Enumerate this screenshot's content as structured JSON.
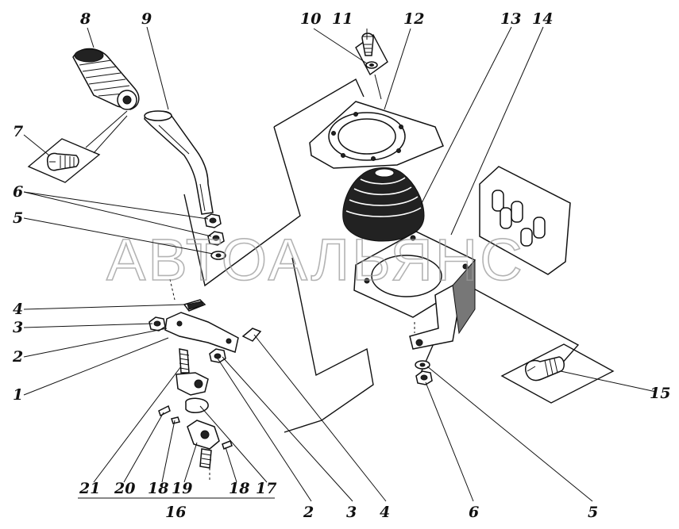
{
  "watermark": "АВТОАЛЬЯНС",
  "callouts": {
    "c1": "1",
    "c2_left": "2",
    "c2_bottom": "2",
    "c3_left": "3",
    "c3_bottom": "3",
    "c4_left": "4",
    "c4_bottom": "4",
    "c5_left": "5",
    "c5_bottom": "5",
    "c6_left": "6",
    "c6_bottom": "6",
    "c7": "7",
    "c8": "8",
    "c9": "9",
    "c10": "10",
    "c11": "11",
    "c12": "12",
    "c13": "13",
    "c14": "14",
    "c15": "15",
    "c16": "16",
    "c17": "17",
    "c18_a": "18",
    "c18_b": "18",
    "c19": "19",
    "c20": "20",
    "c21": "21"
  }
}
